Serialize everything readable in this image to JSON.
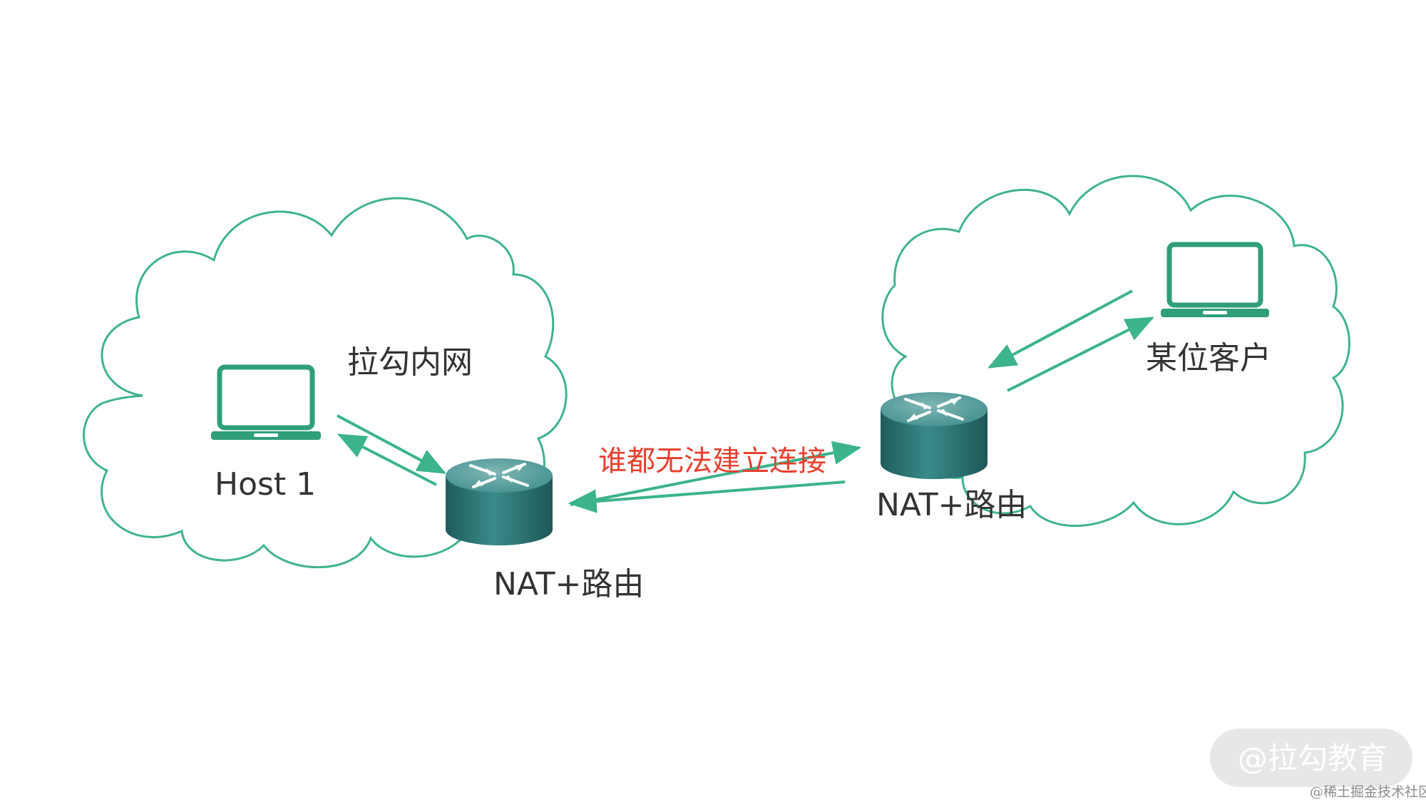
{
  "labels": {
    "left_network": "拉勾内网",
    "host": "Host 1",
    "left_router": "NAT+路由",
    "right_router": "NAT+路由",
    "right_client": "某位客户",
    "connection_failure": "谁都无法建立连接"
  },
  "watermark": {
    "text": "@拉勾教育",
    "credit": "@稀土掘金技术社区"
  },
  "colors": {
    "cloud_outline": "#3fb48b",
    "laptop": "#2f9e7a",
    "arrow": "#3cb48a",
    "router": "#2e7d7d",
    "failure_text": "#e8402e",
    "label_text": "#333333"
  },
  "icons": [
    "laptop-icon",
    "router-icon",
    "cloud-shape",
    "arrow"
  ]
}
